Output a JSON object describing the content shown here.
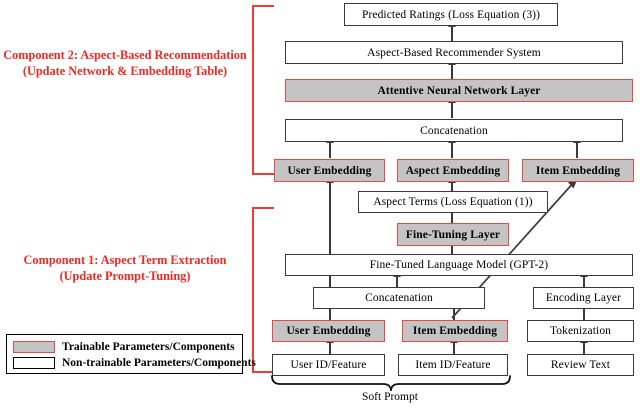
{
  "figure": {
    "title": "Aspect-Based Recommendation architecture with prompt-tuned GPT-2",
    "colors": {
      "trainable_fill": "#c4c4c4",
      "trainable_border": "#ea4a44",
      "nontrainable_fill": "#ffffff",
      "nontrainable_border": "#3a3a3a",
      "component_label": "#ee2a22",
      "connector": "#3a3a3a"
    }
  },
  "components": {
    "component2": {
      "line1": "Component 2: Aspect-Based Recommendation",
      "line2": "(Update Network & Embedding Table)"
    },
    "component1": {
      "line1": "Component 1: Aspect Term Extraction",
      "line2": "(Update Prompt-Tuning)"
    }
  },
  "nodes": {
    "predicted_ratings": "Predicted Ratings (Loss Equation (3))",
    "recommender_system": "Aspect-Based Recommender System",
    "attentive_layer": "Attentive Neural Network Layer",
    "concat_top": "Concatenation",
    "user_embedding_top": "User Embedding",
    "aspect_embedding": "Aspect Embedding",
    "item_embedding_top": "Item Embedding",
    "aspect_terms": "Aspect Terms (Loss Equation (1))",
    "fine_tuning_layer": "Fine-Tuning Layer",
    "language_model": "Fine-Tuned Language Model (GPT-2)",
    "concat_bottom": "Concatenation",
    "encoding_layer": "Encoding Layer",
    "user_embedding_bottom": "User Embedding",
    "item_embedding_bottom": "Item Embedding",
    "tokenization": "Tokenization",
    "user_id_feature": "User ID/Feature",
    "item_id_feature": "Item ID/Feature",
    "review_text": "Review Text"
  },
  "legend": {
    "trainable": "Trainable Parameters/Components",
    "nontrainable": "Non-trainable Parameters/Components"
  },
  "annotations": {
    "soft_prompt": "Soft Prompt"
  }
}
